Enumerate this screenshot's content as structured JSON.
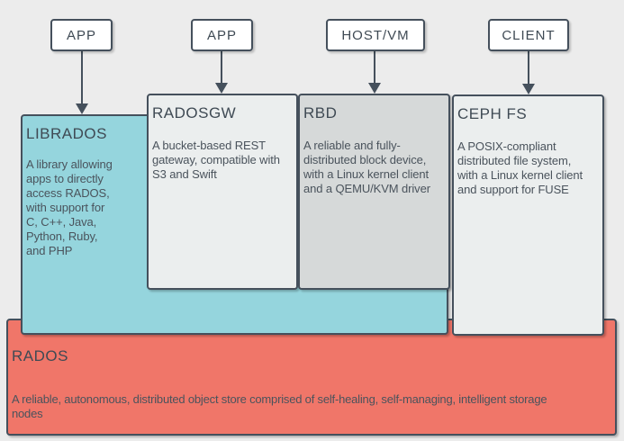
{
  "diagram": {
    "top_nodes": [
      {
        "label": "APP"
      },
      {
        "label": "APP"
      },
      {
        "label": "HOST/VM"
      },
      {
        "label": "CLIENT"
      }
    ],
    "nodes": {
      "librados": {
        "title": "LIBRADOS",
        "description": "A library allowing\napps to directly\naccess RADOS,\nwith support for\nC, C++, Java,\nPython, Ruby,\nand PHP"
      },
      "radosgw": {
        "title": "RADOSGW",
        "description": "A bucket-based REST\ngateway, compatible with\nS3 and Swift"
      },
      "rbd": {
        "title": "RBD",
        "description": "A reliable and fully-\ndistributed block device,\nwith a Linux kernel client\nand a QEMU/KVM driver"
      },
      "cephfs": {
        "title": "CEPH FS",
        "description": "A POSIX-compliant\ndistributed file system,\nwith a Linux kernel client\nand support for FUSE"
      },
      "rados": {
        "title": "RADOS",
        "description": "A reliable, autonomous, distributed object store comprised of self-healing, self-managing, intelligent storage\nnodes"
      }
    },
    "colors": {
      "background": "#ececec",
      "border": "#45505c",
      "librados_fill": "#95d5dd",
      "radosgw_fill": "#ebeeee",
      "rbd_fill": "#d6d9d9",
      "cephfs_fill": "#ebeeee",
      "rados_fill": "#f07669",
      "top_node_fill": "#ffffff",
      "title_text": "#3f4a54",
      "body_text": "#4a535c"
    }
  }
}
